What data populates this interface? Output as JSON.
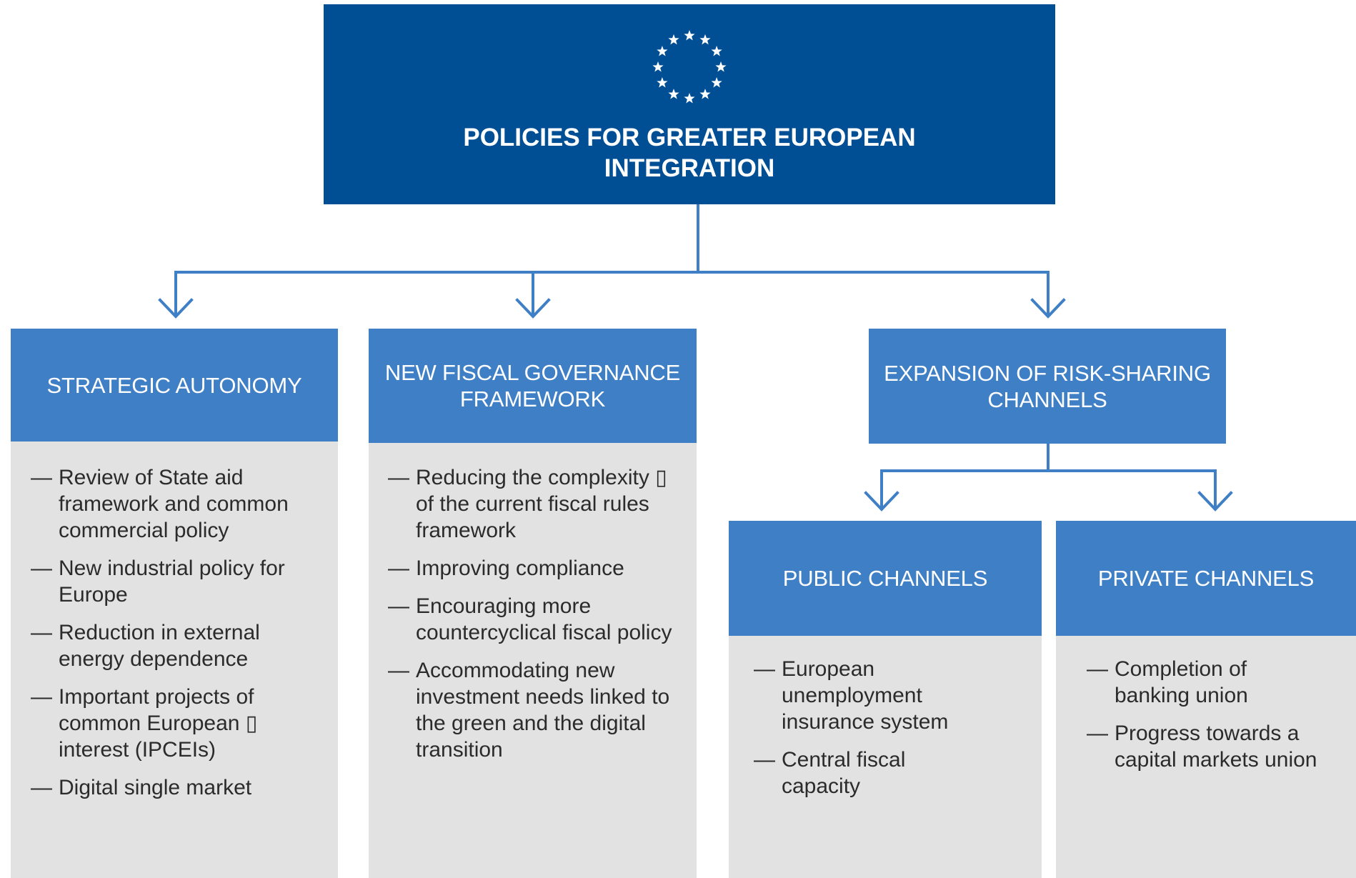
{
  "top": {
    "title": "POLICIES FOR GREATER EUROPEAN\nINTEGRATION"
  },
  "colors": {
    "dark_blue": "#004f95",
    "header_blue": "#3f7fc6",
    "panel_grey": "#e2e2e2",
    "connector": "#3f7fc6"
  },
  "dash": "—",
  "branches": {
    "strategic": {
      "title": "STRATEGIC AUTONOMY",
      "items": [
        "Review of State aid\nframework and common\ncommercial policy",
        "New industrial policy for\nEurope",
        "Reduction in external\nenergy dependence",
        "Important projects of\ncommon European ▯\ninterest (IPCEIs)",
        "Digital single market"
      ]
    },
    "fiscal": {
      "title": "NEW FISCAL GOVERNANCE\nFRAMEWORK",
      "items": [
        "Reducing the complexity ▯\nof the current fiscal rules\nframework",
        "Improving compliance",
        "Encouraging more\ncountercyclical fiscal policy",
        "Accommodating new\ninvestment needs linked to\nthe green and the digital\ntransition"
      ]
    },
    "risk": {
      "title": "EXPANSION OF RISK-SHARING\nCHANNELS",
      "public": {
        "title": "PUBLIC CHANNELS",
        "items": [
          "European\nunemployment\ninsurance system",
          "Central fiscal\ncapacity"
        ]
      },
      "private": {
        "title": "PRIVATE CHANNELS",
        "items": [
          "Completion of\nbanking union",
          "Progress towards a\ncapital markets union"
        ]
      }
    }
  }
}
